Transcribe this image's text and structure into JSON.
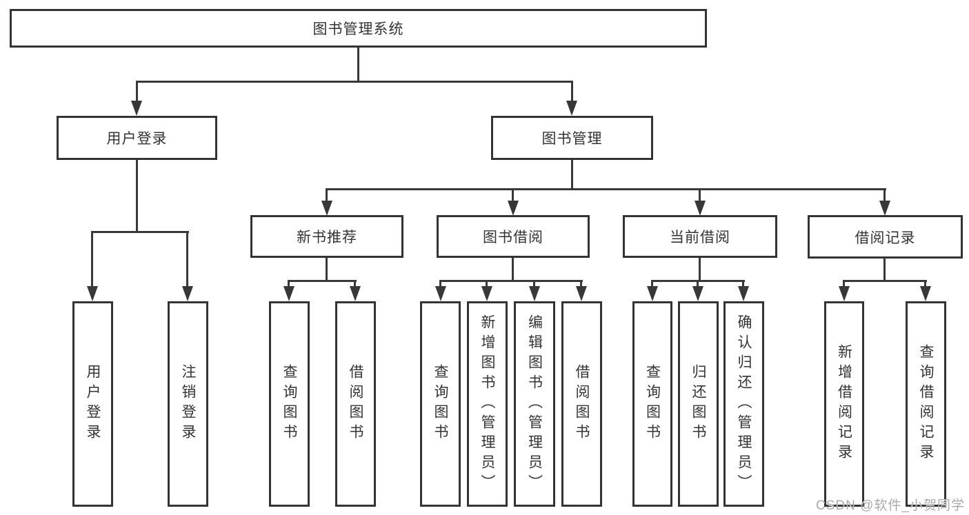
{
  "diagram": {
    "root": {
      "label": "图书管理系统"
    },
    "branches": [
      {
        "label": "用户登录",
        "leaves": [
          "用户登录",
          "注销登录"
        ]
      },
      {
        "label": "图书管理",
        "groups": [
          {
            "label": "新书推荐",
            "leaves": [
              "查询图书",
              "借阅图书"
            ]
          },
          {
            "label": "图书借阅",
            "leaves": [
              "查询图书",
              "新增图书（管理员）",
              "编辑图书（管理员）",
              "借阅图书"
            ]
          },
          {
            "label": "当前借阅",
            "leaves": [
              "查询图书",
              "归还图书",
              "确认归还（管理员）"
            ]
          },
          {
            "label": "借阅记录",
            "leaves": [
              "新增借阅记录",
              "查询借阅记录"
            ]
          }
        ]
      }
    ]
  },
  "watermark": "CSDN @软件_小贺同学",
  "colors": {
    "line": "#383838",
    "border": "#333333",
    "text": "#333333",
    "background": "#ffffff",
    "watermark": "#a9a9a9"
  }
}
